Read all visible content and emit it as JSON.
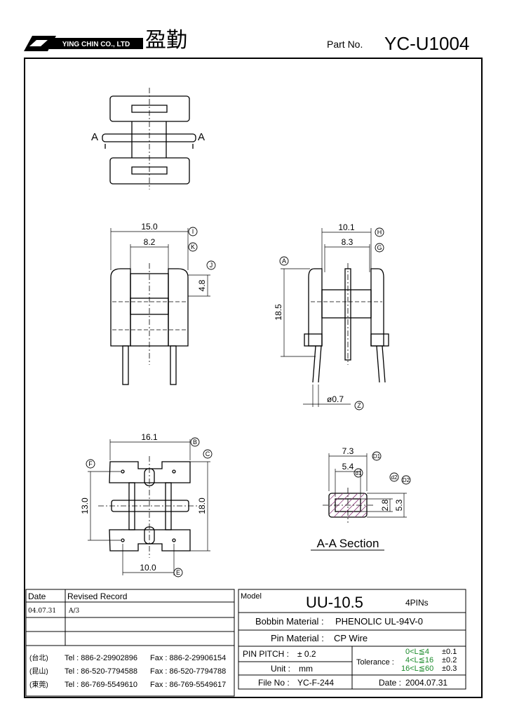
{
  "header": {
    "company_en": "YING CHIN CO., LTD",
    "company_cn": "盈勤",
    "part_no_label": "Part No.",
    "part_no_value": "YC-U1004"
  },
  "drawing": {
    "section_label": "A-A Section",
    "section_mark": "A",
    "front_view": {
      "dim_width": "15.0",
      "dim_inner": "8.2",
      "dim_side": "4.8",
      "tag_i": "I",
      "tag_k": "K",
      "tag_j": "J"
    },
    "side_view": {
      "dim_width": "10.1",
      "dim_inner": "8.3",
      "dim_height": "18.5",
      "dim_pin": "ø0.7",
      "tag_h": "H",
      "tag_g": "G",
      "tag_a": "A",
      "tag_z": "Z"
    },
    "bottom_view": {
      "dim_width": "16.1",
      "dim_height_outer": "18.0",
      "dim_height_inner": "13.0",
      "dim_pin_pitch": "10.0",
      "tag_b": "B",
      "tag_c": "C",
      "tag_f": "F",
      "tag_e": "E"
    },
    "section_view": {
      "dim_outer": "7.3",
      "dim_inner": "5.4",
      "dim_h_inner": "2.8",
      "dim_h_outer": "5.3",
      "tag_d1": "D1",
      "tag_d1s": "d1",
      "tag_d2s": "d2",
      "tag_d2": "D2"
    }
  },
  "revision": {
    "col_date": "Date",
    "col_record": "Revised Record",
    "rows": [
      {
        "date": "04.07.31",
        "record": "A/3"
      }
    ]
  },
  "contacts": [
    {
      "city": "(台北)",
      "tel": "Tel : 886-2-29902896",
      "fax": "Fax : 886-2-29906154"
    },
    {
      "city": "(昆山)",
      "tel": "Tel : 86-520-7794588",
      "fax": "Fax : 86-520-7794788"
    },
    {
      "city": "(東莞)",
      "tel": "Tel : 86-769-5549610",
      "fax": "Fax : 86-769-5549617"
    }
  ],
  "spec": {
    "model_label": "Model",
    "model_value": "UU-10.5",
    "pins": "4PINs",
    "bobbin_label": "Bobbin  Material :",
    "bobbin_value": "PHENOLIC UL-94V-0",
    "pin_mat_label": "Pin  Material :",
    "pin_mat_value": "CP Wire",
    "pitch_label": "PIN  PITCH :",
    "pitch_value": "± 0.2",
    "unit_label": "Unit :",
    "unit_value": "mm",
    "file_label": "File  No :",
    "file_value": "YC-F-244",
    "tolerance_label": "Tolerance :",
    "tolerance": [
      {
        "range": "0<L≦4",
        "value": "±0.1"
      },
      {
        "range": "4<L≦16",
        "value": "±0.2"
      },
      {
        "range": "16<L≦60",
        "value": "±0.3"
      }
    ],
    "date_label": "Date :",
    "date_value": "2004.07.31"
  }
}
